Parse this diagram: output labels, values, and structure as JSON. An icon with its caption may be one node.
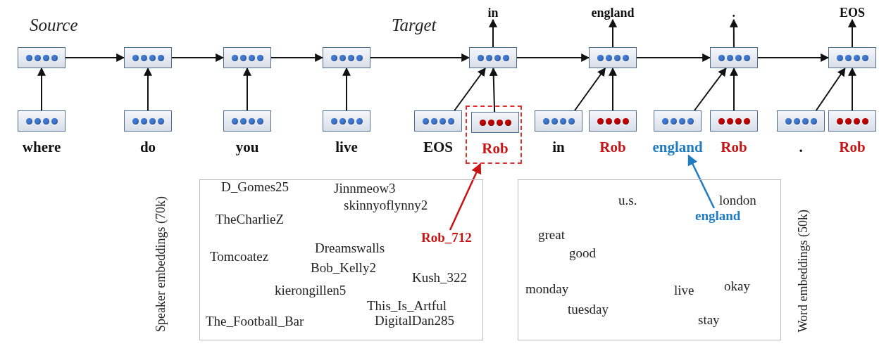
{
  "diagram": {
    "nodes": [
      {
        "text": [
          "in"
        ]
      },
      {
        "text": [
          "england"
        ]
      },
      {
        "text": [
          "."
        ]
      },
      {
        "text": [
          "EOS"
        ]
      },
      {
        "text": [],
        "shape": "box"
      },
      {
        "text": [],
        "shape": "box"
      },
      {
        "text": [],
        "shape": "box"
      },
      {
        "text": [],
        "shape": "box"
      },
      {
        "text": [],
        "shape": "box"
      },
      {
        "text": [],
        "shape": "box"
      },
      {
        "text": [],
        "shape": "box"
      },
      {
        "text": [],
        "shape": "box"
      },
      {
        "text": [],
        "shape": "box",
        "beside": [
          "where"
        ]
      },
      {
        "text": [],
        "shape": "box",
        "beside": [
          "do"
        ]
      },
      {
        "text": [],
        "shape": "box",
        "beside": [
          "you"
        ]
      },
      {
        "text": [],
        "shape": "box",
        "beside": [
          "live"
        ]
      },
      {
        "text": [],
        "shape": "box"
      },
      {
        "text": [],
        "shape": "box",
        "beside": [
          "EOS"
        ]
      },
      {
        "text": [],
        "shape": "box",
        "beside": [
          "Rob"
        ],
        "in": 16
      },
      {
        "text": [],
        "shape": "box",
        "beside": [
          "in"
        ]
      },
      {
        "text": [],
        "shape": "box",
        "beside": [
          "Rob"
        ]
      },
      {
        "text": [],
        "shape": "box",
        "beside": [
          "england"
        ]
      },
      {
        "text": [],
        "shape": "box",
        "beside": [
          "Rob"
        ]
      },
      {
        "text": [],
        "shape": "box",
        "beside": [
          "."
        ]
      },
      {
        "text": [],
        "shape": "box",
        "beside": [
          "Rob"
        ]
      },
      {
        "text": [
          "Rob_712"
        ]
      },
      {
        "text": [
          "england"
        ]
      }
    ],
    "edges": [
      {
        "from": 4,
        "to": 5,
        "arrow": "to"
      },
      {
        "from": 5,
        "to": 6,
        "arrow": "to"
      },
      {
        "from": 6,
        "to": 7,
        "arrow": "to"
      },
      {
        "from": 7,
        "to": 8,
        "arrow": "to"
      },
      {
        "from": 8,
        "to": 9,
        "arrow": "to"
      },
      {
        "from": 9,
        "to": 10,
        "arrow": "to"
      },
      {
        "from": 10,
        "to": 11,
        "arrow": "to"
      },
      {
        "from": 12,
        "to": 4,
        "arrow": "to"
      },
      {
        "from": 13,
        "to": 5,
        "arrow": "to"
      },
      {
        "from": 14,
        "to": 6,
        "arrow": "to"
      },
      {
        "from": 15,
        "to": 7,
        "arrow": "to"
      },
      {
        "from": 17,
        "to": 8,
        "arrow": "to"
      },
      {
        "from": 18,
        "to": 8,
        "arrow": "to"
      },
      {
        "from": 19,
        "to": 9,
        "arrow": "to"
      },
      {
        "from": 20,
        "to": 9,
        "arrow": "to"
      },
      {
        "from": 21,
        "to": 10,
        "arrow": "to"
      },
      {
        "from": 22,
        "to": 10,
        "arrow": "to"
      },
      {
        "from": 23,
        "to": 11,
        "arrow": "to"
      },
      {
        "from": 24,
        "to": 11,
        "arrow": "to"
      },
      {
        "from": 8,
        "to": 0,
        "arrow": "to"
      },
      {
        "from": 9,
        "to": 1,
        "arrow": "to"
      },
      {
        "from": 10,
        "to": 2,
        "arrow": "to"
      },
      {
        "from": 11,
        "to": 3,
        "arrow": "to"
      },
      {
        "from": 25,
        "to": 16,
        "arrow": "to",
        "color": "#cc1111"
      },
      {
        "from": 26,
        "to": 21,
        "arrow": "to",
        "color": "#1f7bc4"
      }
    ],
    "labels": [
      "Source",
      "Target",
      "D_Gomes25",
      "Jinnmeow3",
      "skinnyoflynny2",
      "TheCharlieZ",
      "Dreamswalls",
      "Tomcoatez",
      "Bob_Kelly2",
      "Kush_322",
      "kierongillen5",
      "This_Is_Artful",
      "The_Football_Bar",
      "DigitalDan285",
      "Speaker embeddings (70k)",
      "u.s.",
      "london",
      "great",
      "good",
      "monday",
      "live",
      "okay",
      "tuesday",
      "stay",
      "Word embeddings (50k)"
    ]
  }
}
